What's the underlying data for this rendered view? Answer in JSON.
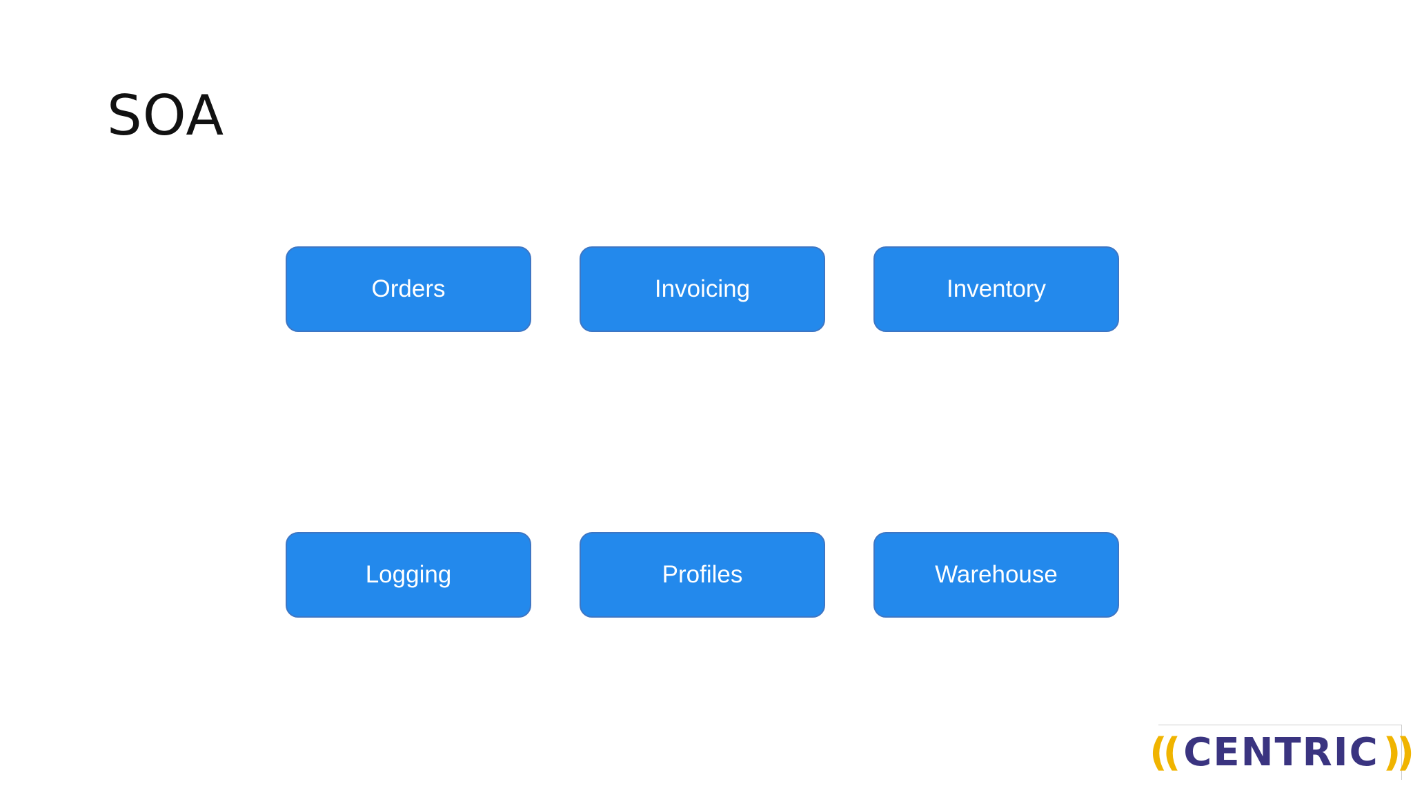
{
  "slide": {
    "title": "SOA"
  },
  "services": {
    "row1": [
      "Orders",
      "Invoicing",
      "Inventory"
    ],
    "row2": [
      "Logging",
      "Profiles",
      "Warehouse"
    ]
  },
  "logo": {
    "left_parens": "((",
    "word": "CENTRIC",
    "right_parens": "))"
  },
  "colors": {
    "box_fill": "#2389ec",
    "box_border": "#3d76c4",
    "box_text": "#ffffff",
    "logo_parens": "#f0b400",
    "logo_word": "#3a3480"
  }
}
